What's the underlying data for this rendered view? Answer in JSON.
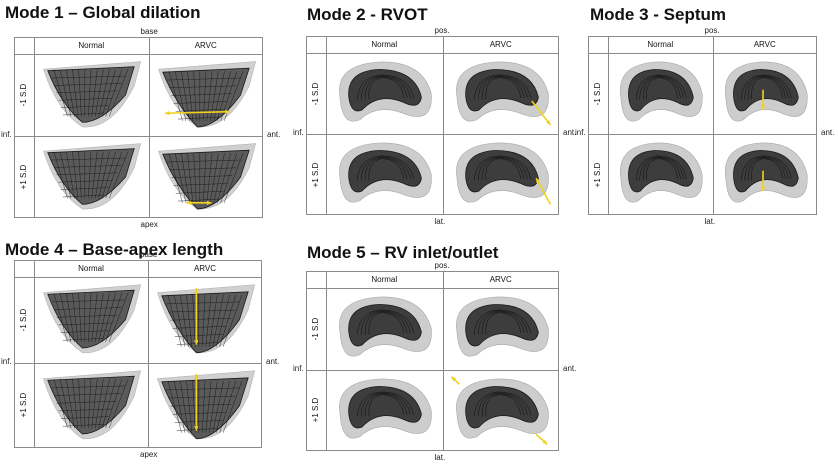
{
  "panels": [
    {
      "title": "Mode 1 – Global dilation",
      "top_label": "base",
      "bottom_label": "apex",
      "left_label": "inf.",
      "right_label": "ant.",
      "columns": [
        "Normal",
        "ARVC"
      ],
      "rows": [
        "-1 S.D",
        "+1 S.D"
      ],
      "view": "long-axis",
      "arrows": [
        "horizontal",
        "horizontal-small"
      ]
    },
    {
      "title": "Mode 2 - RVOT",
      "top_label": "pos.",
      "bottom_label": "lat.",
      "left_label": "inf.",
      "right_label": "ant.",
      "columns": [
        "Normal",
        "ARVC"
      ],
      "rows": [
        "-1 S.D",
        "+1 S.D"
      ],
      "view": "short-axis",
      "arrows": [
        "diagonal-down",
        "diagonal-up"
      ]
    },
    {
      "title": "Mode 3 - Septum",
      "top_label": "pos.",
      "bottom_label": "lat.",
      "left_label": "inf.",
      "right_label": "ant.",
      "columns": [
        "Normal",
        "ARVC"
      ],
      "rows": [
        "-1 S.D",
        "+1 S.D"
      ],
      "view": "short-axis",
      "arrows": [
        "vertical-small",
        "vertical-small"
      ]
    },
    {
      "title": "Mode 4 – Base-apex length",
      "top_label": "base",
      "bottom_label": "apex",
      "left_label": "inf.",
      "right_label": "ant.",
      "columns": [
        "Normal",
        "ARVC"
      ],
      "rows": [
        "-1 S.D",
        "+1 S.D"
      ],
      "view": "long-axis",
      "arrows": [
        "vertical",
        "vertical"
      ]
    },
    {
      "title": "Mode 5 – RV inlet/outlet",
      "top_label": "pos.",
      "bottom_label": "lat.",
      "left_label": "inf.",
      "right_label": "ant.",
      "columns": [
        "Normal",
        "ARVC"
      ],
      "rows": [
        "-1 S.D",
        "+1 S.D"
      ],
      "view": "short-axis",
      "arrows": [
        "none",
        "two-ends"
      ]
    }
  ],
  "colors": {
    "arrow": "#f2d21b",
    "grid": "#8a8a8a",
    "mesh": "#1a1a1a",
    "shell": "#c8c8c8"
  }
}
